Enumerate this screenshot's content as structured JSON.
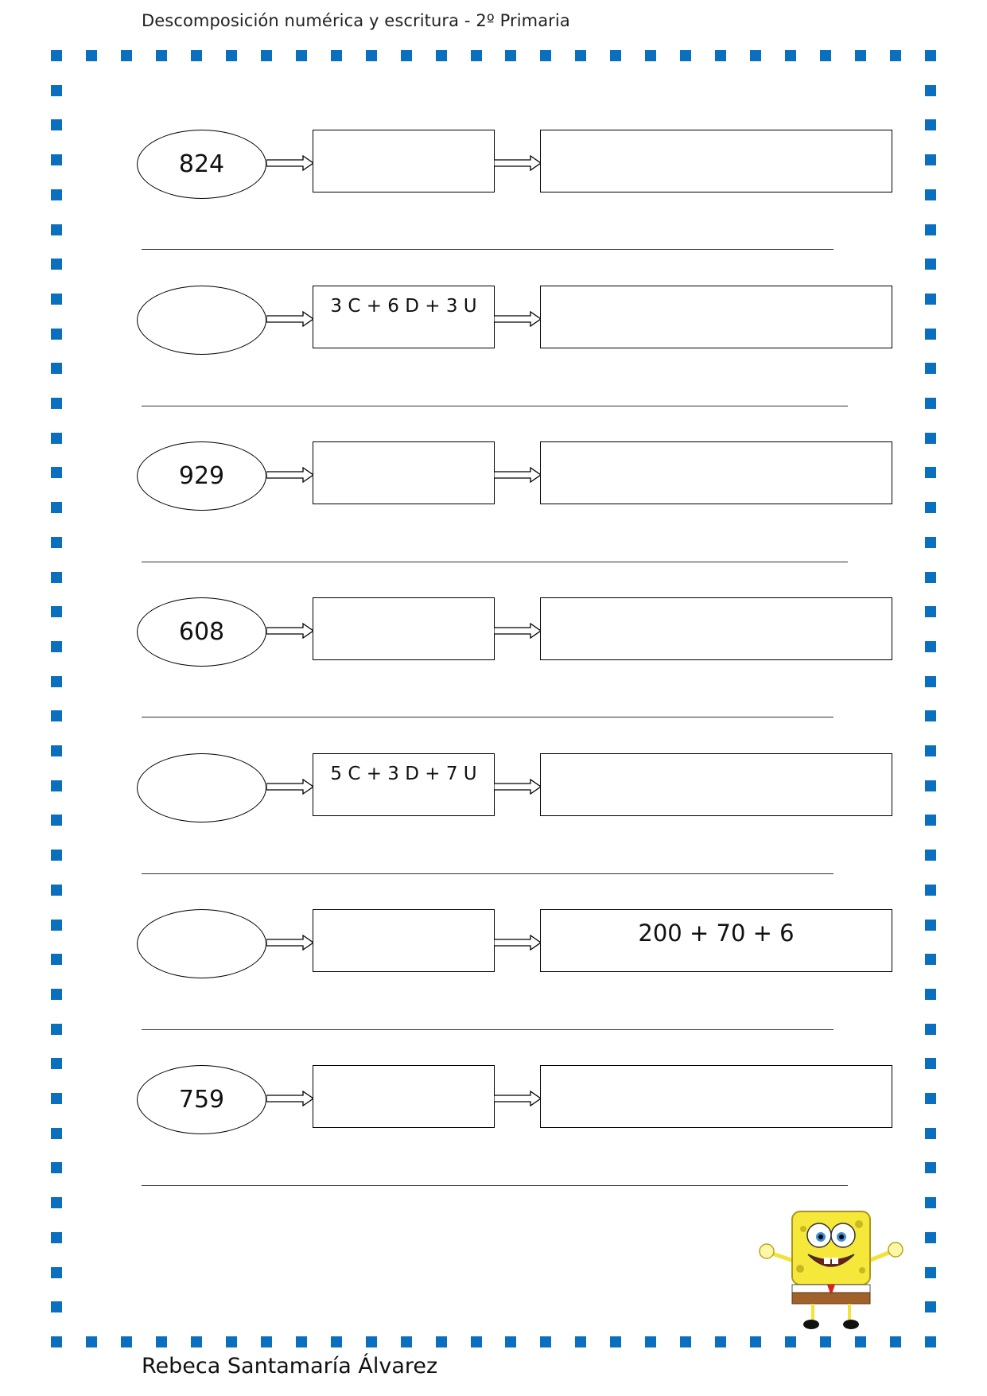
{
  "header": {
    "title": "Descomposición numérica y escritura - 2º Primaria"
  },
  "footer": {
    "author": "Rebeca Santamaría Álvarez"
  },
  "colors": {
    "border_squares": "#0b6fc0"
  },
  "exercises": [
    {
      "number": "824",
      "decomposition": "",
      "expanded": ""
    },
    {
      "number": "",
      "decomposition": "3 C + 6 D + 3 U",
      "expanded": ""
    },
    {
      "number": "929",
      "decomposition": "",
      "expanded": ""
    },
    {
      "number": "608",
      "decomposition": "",
      "expanded": ""
    },
    {
      "number": "",
      "decomposition": "5 C + 3 D + 7 U",
      "expanded": ""
    },
    {
      "number": "",
      "decomposition": "",
      "expanded": "200 + 70 + 6"
    },
    {
      "number": "759",
      "decomposition": "",
      "expanded": ""
    }
  ],
  "illustration": {
    "icon": "spongebob-cartoon-icon"
  }
}
